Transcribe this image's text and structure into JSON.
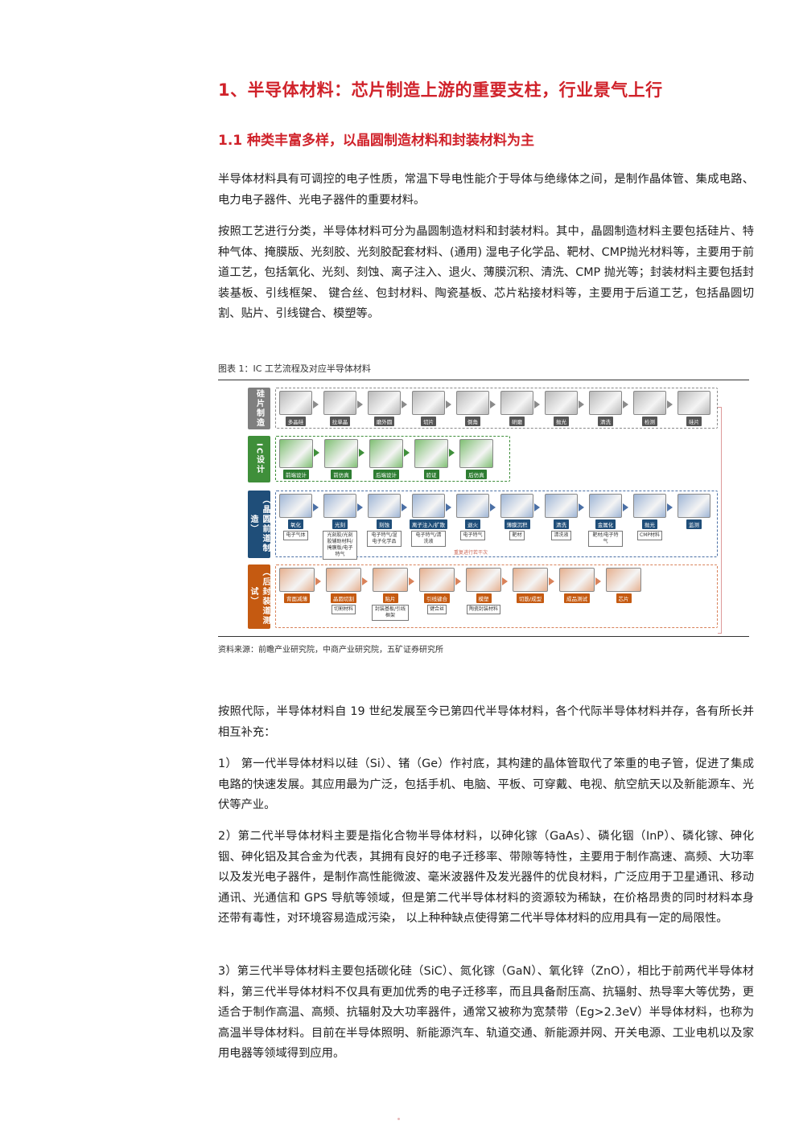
{
  "heading1": "1、半导体材料：芯片制造上游的重要支柱，行业景气上行",
  "heading2": "1.1 种类丰富多样，以晶圆制造材料和封装材料为主",
  "para1": "半导体材料具有可调控的电子性质，常温下导电性能介于导体与绝缘体之间，是制作晶体管、集成电路、电力电子器件、光电子器件的重要材料。",
  "para2": "按照工艺进行分类，半导体材料可分为晶圆制造材料和封装材料。其中，晶圆制造材料主要包括硅片、特种气体、掩膜版、光刻胶、光刻胶配套材料、(通用) 湿电子化学品、靶材、CMP抛光材料等，主要用于前道工艺，包括氧化、光刻、刻蚀、离子注入、退火、薄膜沉积、清洗、CMP 抛光等；封装材料主要包括封装基板、引线框架、 键合丝、包封材料、陶瓷基板、芯片粘接材料等，主要用于后道工艺，包括晶圆切割、贴片、引线键合、模塑等。",
  "figure": {
    "title": "图表 1：IC 工艺流程及对应半导体材料",
    "source": "资料来源：前瞻产业研究院，中商产业研究院，五矿证券研究所",
    "rows": [
      {
        "label": "硅片制造",
        "color": "#7f7f7f",
        "steps": [
          "多晶硅",
          "拉单晶",
          "磨外圆",
          "切片",
          "倒角",
          "研磨",
          "抛光",
          "清洗",
          "检测",
          "硅片"
        ]
      },
      {
        "label": "IC设计",
        "color": "#3f8f3a",
        "steps": [
          "前端设计",
          "前仿真",
          "后端设计",
          "验证",
          "后仿真"
        ]
      },
      {
        "label": "（晶圆前道制造）",
        "color": "#1f4e79",
        "steps": [
          "氧化",
          "光刻",
          "刻蚀",
          "离子注入/扩散",
          "退火",
          "薄膜沉积",
          "清洗",
          "金属化",
          "抛光",
          "监测"
        ],
        "materials": [
          "电子气体",
          "光刻胶/光刻胶辅助材料/掩膜版/电子特气",
          "电子特气/湿电子化学品",
          "电子特气/清洗液",
          "电子特气",
          "靶材",
          "清洗液",
          "靶材/电子特气",
          "CMP材料",
          ""
        ],
        "note": "重复进行若干次"
      },
      {
        "label": "（后封装道测试）",
        "color": "#c55a11",
        "steps": [
          "背面减薄",
          "晶圆切割",
          "贴片",
          "引线键合",
          "模塑",
          "切筋/成型",
          "成品测试",
          "芯片"
        ],
        "materials": [
          "",
          "切割材料",
          "封装基板/引线框架",
          "键合丝",
          "陶瓷封装材料",
          "",
          "",
          ""
        ]
      }
    ]
  },
  "para3": "按照代际，半导体材料自 19 世纪发展至今已第四代半导体材料，各个代际半导体材料并存，各有所长并相互补充：",
  "para4": "1）  第一代半导体材料以硅（Si）、锗（Ge）作衬底，其构建的晶体管取代了笨重的电子管，促进了集成电路的快速发展。其应用最为广泛，包括手机、电脑、平板、可穿戴、电视、航空航天以及新能源车、光伏等产业。",
  "para5": "2）第二代半导体材料主要是指化合物半导体材料，以砷化镓（GaAs）、磷化铟（InP）、磷化镓、砷化铟、砷化铝及其合金为代表，其拥有良好的电子迁移率、带隙等特性，主要用于制作高速、高频、大功率以及发光电子器件，是制作高性能微波、毫米波器件及发光器件的优良材料，广泛应用于卫星通讯、移动通讯、光通信和 GPS 导航等领域，但是第二代半导体材料的资源较为稀缺，在价格昂贵的同时材料本身还带有毒性，对环境容易造成污染， 以上种种缺点使得第二代半导体材料的应用具有一定的局限性。",
  "para6": "3）第三代半导体材料主要包括碳化硅（SiC）、氮化镓（GaN）、氧化锌（ZnO），相比于前两代半导体材料，第三代半导体材料不仅具有更加优秀的电子迁移率，而且具备耐压高、抗辐射、热导率大等优势，更适合于制作高温、高频、抗辐射及大功率器件，通常又被称为宽禁带（Eg>2.3eV）半导体材料，也称为高温半导体材料。目前在半导体照明、新能源汽车、轨道交通、新能源并网、开关电源、工业电机以及家用电器等领域得到应用。"
}
